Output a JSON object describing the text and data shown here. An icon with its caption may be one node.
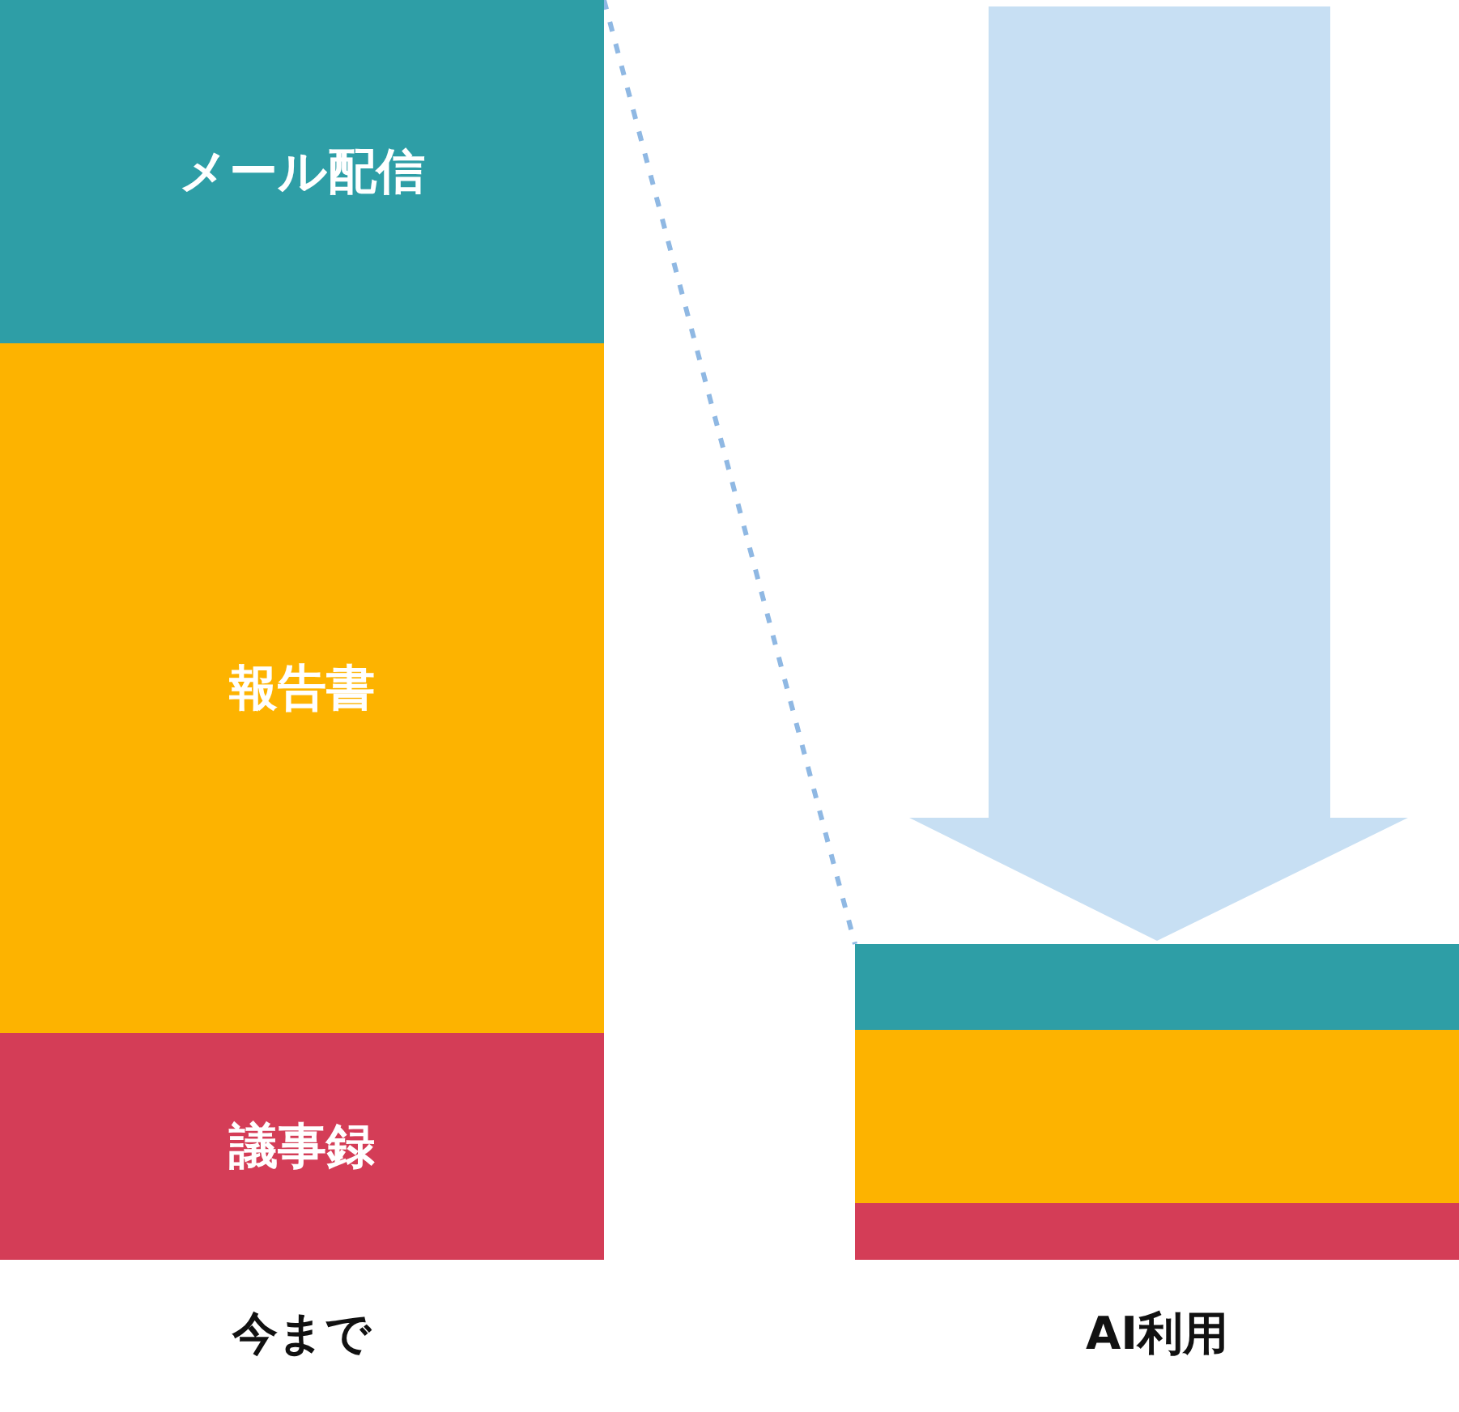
{
  "diagram": {
    "nodes": [
      {
        "text": [
          "メール配信"
        ]
      },
      {
        "text": [
          "報告書"
        ]
      },
      {
        "text": [
          "議事録"
        ]
      },
      {
        "text": [],
        "shape": "bar"
      },
      {
        "text": [],
        "shape": "bar"
      },
      {
        "text": [],
        "shape": "bar"
      }
    ],
    "edges": [
      {
        "from": 0,
        "to": 3,
        "arrow": "none",
        "style": "dashed",
        "color": "#8fb8e3"
      },
      {
        "from": null,
        "to": 3,
        "arrow": "to",
        "style": "thick",
        "color": "#c7dff3"
      }
    ],
    "labels": [
      "今まで",
      "AI利用"
    ]
  }
}
